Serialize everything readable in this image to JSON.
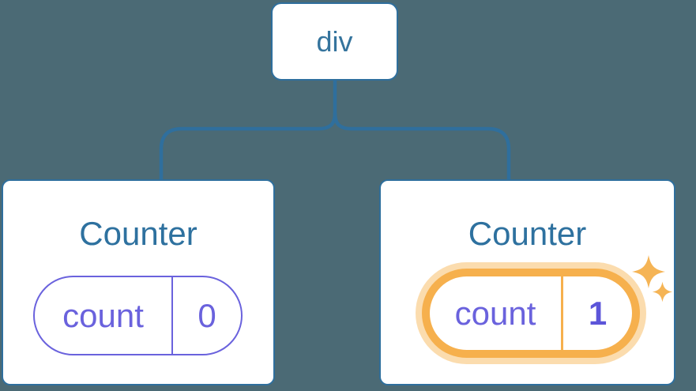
{
  "diagram": {
    "description": "React component tree with state",
    "root": {
      "label": "div"
    },
    "children": [
      {
        "title": "Counter",
        "state": {
          "key": "count",
          "value": "0"
        },
        "highlighted": false
      },
      {
        "title": "Counter",
        "state": {
          "key": "count",
          "value": "1"
        },
        "highlighted": true
      }
    ]
  },
  "colors": {
    "background": "#4b6a75",
    "card_background": "#ffffff",
    "line_blue": "#2f6f9d",
    "text_blue": "#2e719f",
    "state_purple": "#6a62dd",
    "state_value_bold_purple": "#5c55d9",
    "highlight_orange": "#f6b04d",
    "highlight_glow": "#fbdcae",
    "sparkle_orange": "#f5b455"
  }
}
